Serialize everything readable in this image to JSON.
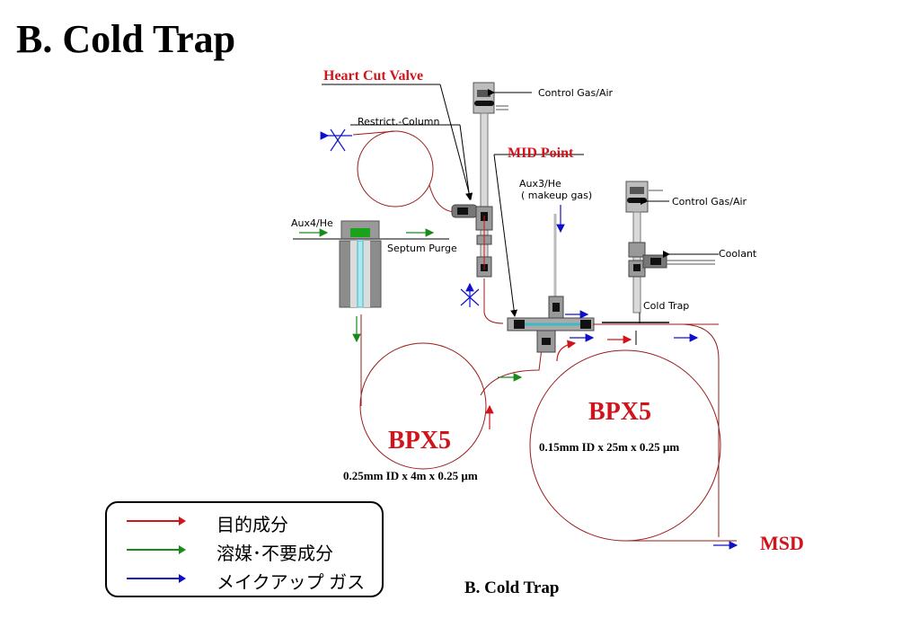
{
  "title": "B. Cold Trap",
  "caption": "B. Cold Trap",
  "labels": {
    "heart_cut_valve": "Heart Cut Valve",
    "control_gas_air_1": "Control Gas/Air",
    "restrict_column": "Restrict.-Column",
    "mid_point": "MID Point",
    "aux3": "Aux3/He",
    "makeup_gas": "( makeup gas)",
    "control_gas_air_2": "Control Gas/Air",
    "aux4": "Aux4/He",
    "septum_purge": "Septum Purge",
    "coolant": "Coolant",
    "cold_trap": "Cold Trap",
    "column1_name": "BPX5",
    "column1_spec": "0.25mm ID x 4m x 0.25 µm",
    "column2_name": "BPX5",
    "column2_spec": "0.15mm ID x 25m x 0.25 µm",
    "msd": "MSD"
  },
  "legend": [
    {
      "label": "目的成分",
      "color": "#d0141c"
    },
    {
      "label": "溶媒･不要成分",
      "color": "#1a8a1a"
    },
    {
      "label": "メイクアップ ガス",
      "color": "#1010c8"
    }
  ],
  "colors": {
    "red": "#d0141c",
    "green": "#1a8a1a",
    "blue": "#1010c8",
    "fitting_dark": "#555555",
    "fitting_light": "#bdbdbd",
    "column_line": "#9a1b1b"
  }
}
